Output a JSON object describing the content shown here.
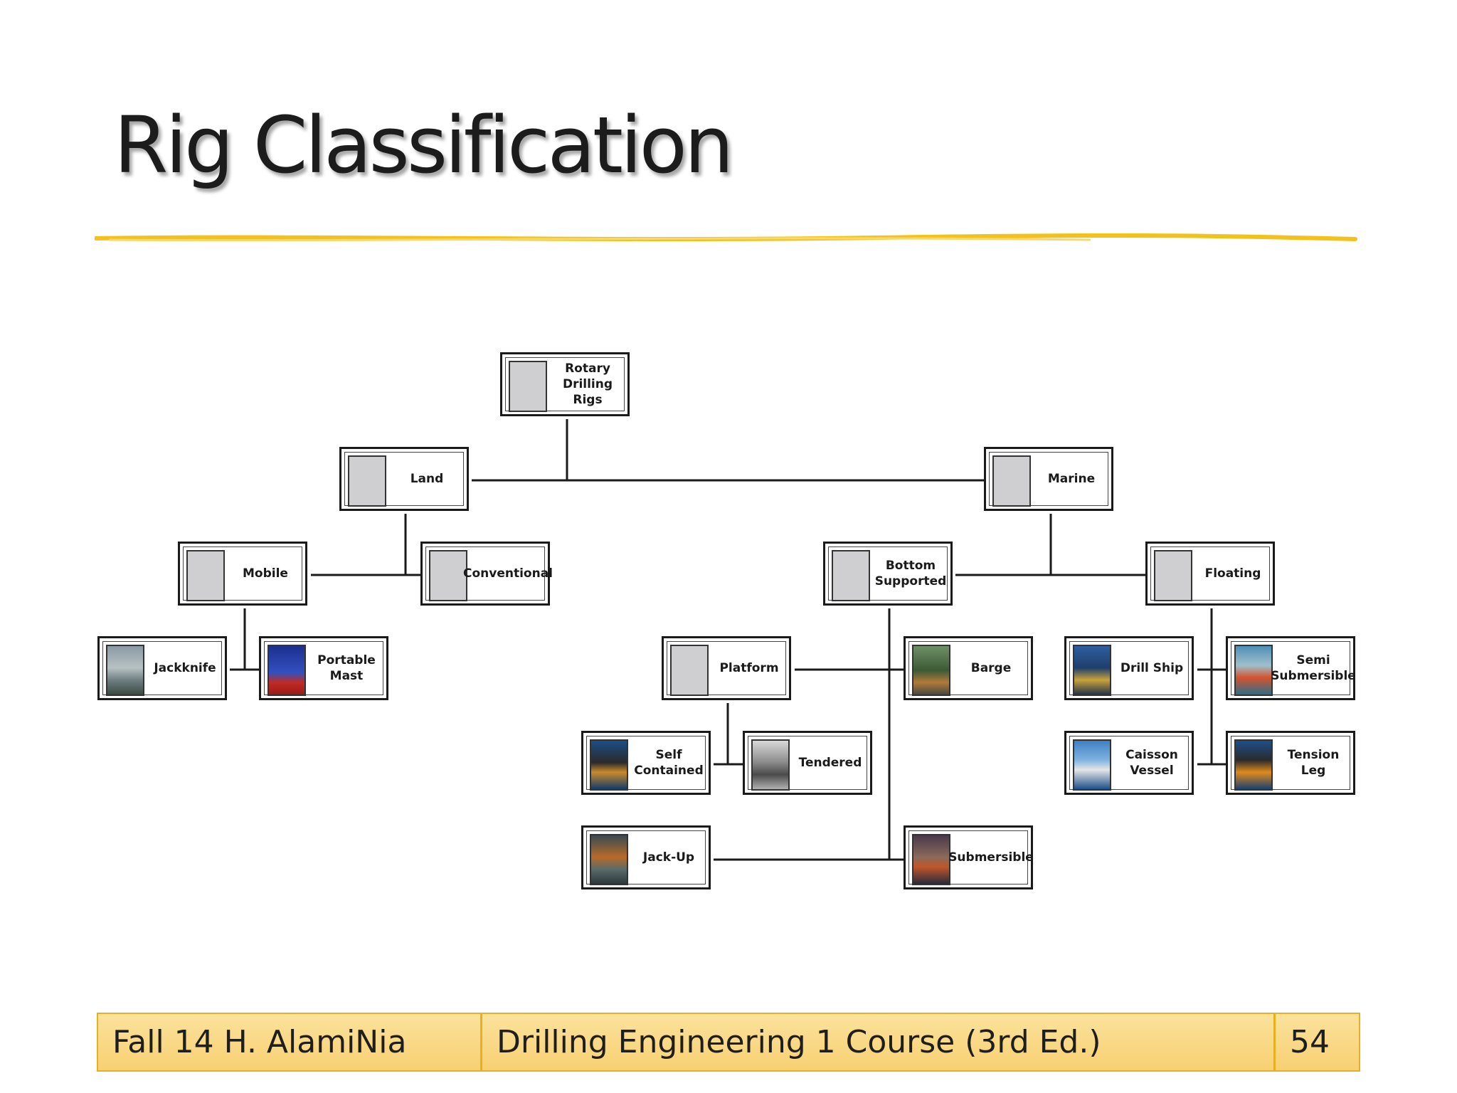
{
  "slide": {
    "title": "Rig Classification"
  },
  "diagram": {
    "nodes": {
      "rotary": "Rotary\nDrilling Rigs",
      "land": "Land",
      "marine": "Marine",
      "mobile": "Mobile",
      "conventional": "Conventional",
      "bottom_supported": "Bottom\nSupported",
      "floating": "Floating",
      "jackknife": "Jackknife",
      "portable_mast": "Portable\nMast",
      "platform": "Platform",
      "barge": "Barge",
      "drill_ship": "Drill Ship",
      "semi_submersible": "Semi\nSubmersible",
      "self_contained": "Self\nContained",
      "tendered": "Tendered",
      "caisson_vessel": "Caisson\nVessel",
      "tension_leg": "Tension Leg",
      "jack_up": "Jack-Up",
      "submersible": "Submersible"
    },
    "edges": [
      [
        "rotary",
        "land"
      ],
      [
        "rotary",
        "marine"
      ],
      [
        "land",
        "mobile"
      ],
      [
        "land",
        "conventional"
      ],
      [
        "marine",
        "bottom_supported"
      ],
      [
        "marine",
        "floating"
      ],
      [
        "mobile",
        "jackknife"
      ],
      [
        "mobile",
        "portable_mast"
      ],
      [
        "bottom_supported",
        "platform"
      ],
      [
        "bottom_supported",
        "barge"
      ],
      [
        "bottom_supported",
        "jack_up"
      ],
      [
        "bottom_supported",
        "submersible"
      ],
      [
        "platform",
        "self_contained"
      ],
      [
        "platform",
        "tendered"
      ],
      [
        "floating",
        "drill_ship"
      ],
      [
        "floating",
        "semi_submersible"
      ],
      [
        "floating",
        "caisson_vessel"
      ],
      [
        "floating",
        "tension_leg"
      ]
    ]
  },
  "footer": {
    "left": "Fall 14 H. AlamiNia",
    "center": "Drilling Engineering 1 Course (3rd Ed.)",
    "page": "54"
  },
  "colors": {
    "accent": "#f2c21a",
    "footer_fill": "#fad57e",
    "footer_border": "#e8b020"
  }
}
